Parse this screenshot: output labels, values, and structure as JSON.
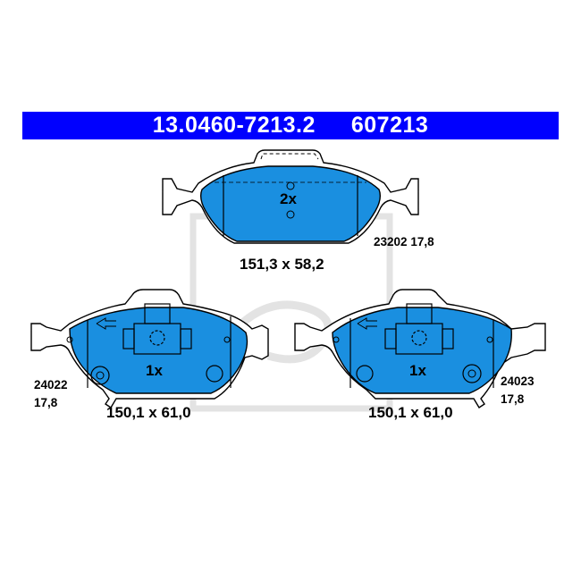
{
  "header": {
    "part_number": "13.0460-7213.2",
    "alt_number": "607213"
  },
  "colors": {
    "banner": "#0000ff",
    "pad_fill": "#1a8fe0",
    "outline": "#000000",
    "watermark": "#e6e6e6"
  },
  "top_pad": {
    "quantity": "2x",
    "dimensions": "151,3 x 58,2",
    "code": "23202",
    "thickness": "17,8"
  },
  "left_pad": {
    "quantity": "1x",
    "dimensions": "150,1 x 61,0",
    "code": "24022",
    "thickness": "17,8"
  },
  "right_pad": {
    "quantity": "1x",
    "dimensions": "150,1 x 61,0",
    "code": "24023",
    "thickness": "17,8"
  }
}
